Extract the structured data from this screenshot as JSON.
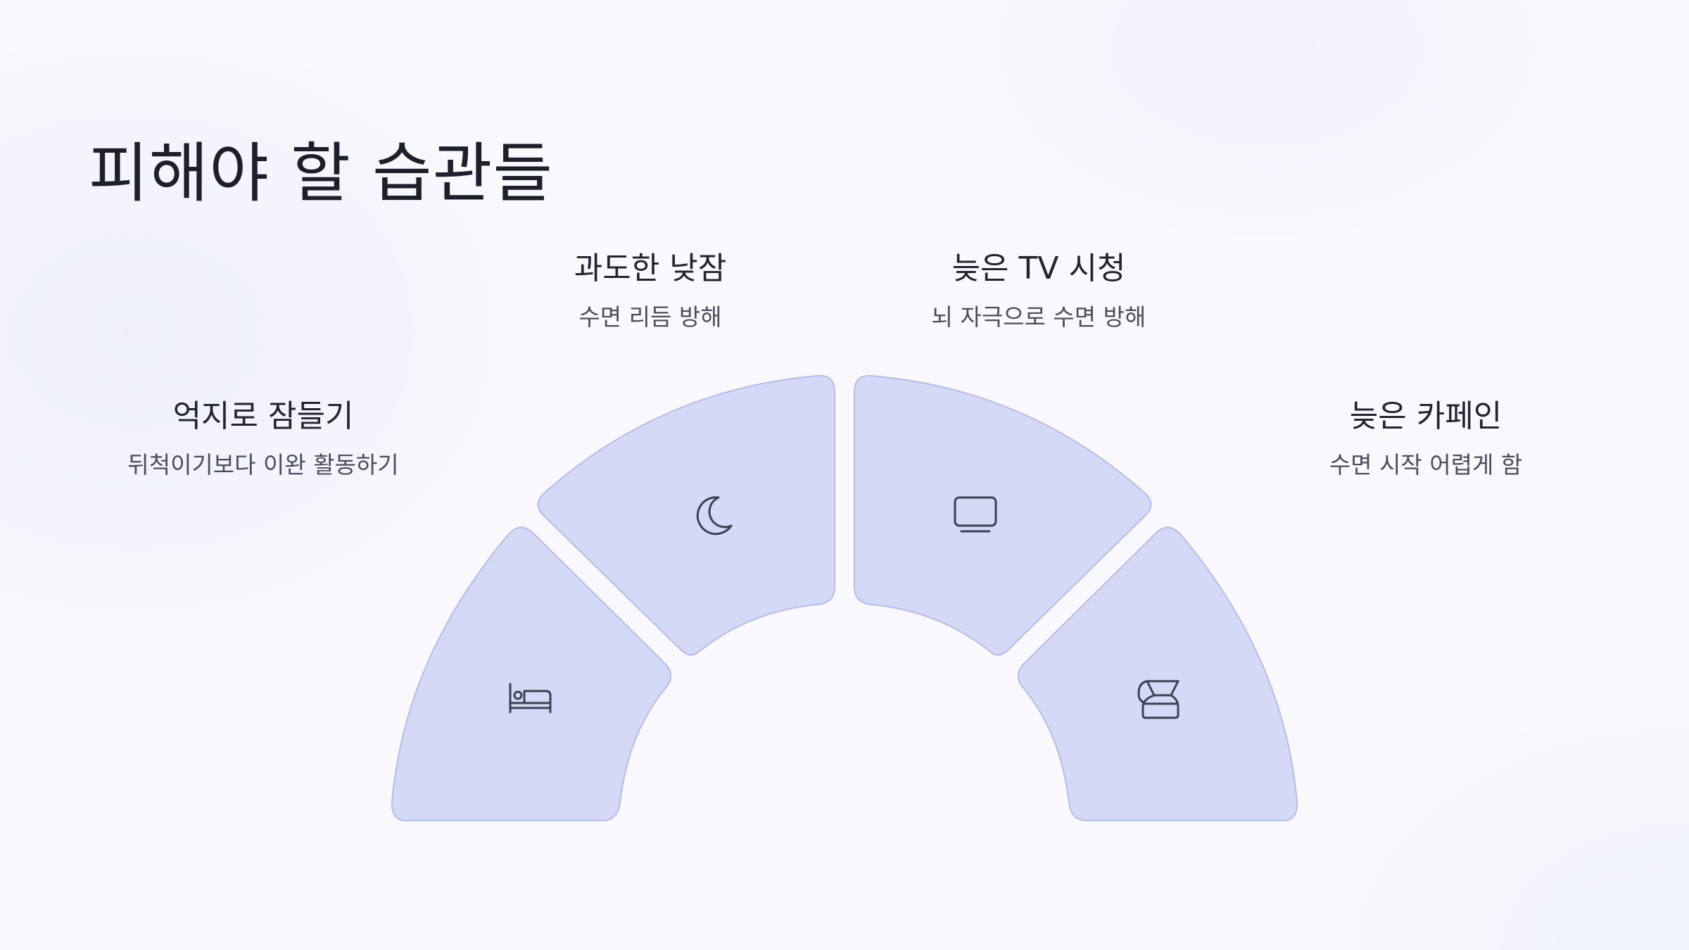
{
  "title": "피해야 할 습관들",
  "items": [
    {
      "heading": "억지로 잠들기",
      "description": "뒤척이기보다 이완 활동하기",
      "icon": "bed-icon"
    },
    {
      "heading": "과도한 낮잠",
      "description": "수면 리듬 방해",
      "icon": "moon-icon"
    },
    {
      "heading": "늦은 TV 시청",
      "description": "뇌 자극으로 수면 방해",
      "icon": "tv-icon"
    },
    {
      "heading": "늦은 카페인",
      "description": "수면 시작 어렵게 함",
      "icon": "coffee-pot-icon"
    }
  ],
  "colors": {
    "segment_fill": "#d3d9f7",
    "segment_stroke": "#b5bde6",
    "icon_stroke": "#3d4150",
    "text_primary": "#1d1f2a",
    "text_secondary": "#4a4d5a"
  }
}
